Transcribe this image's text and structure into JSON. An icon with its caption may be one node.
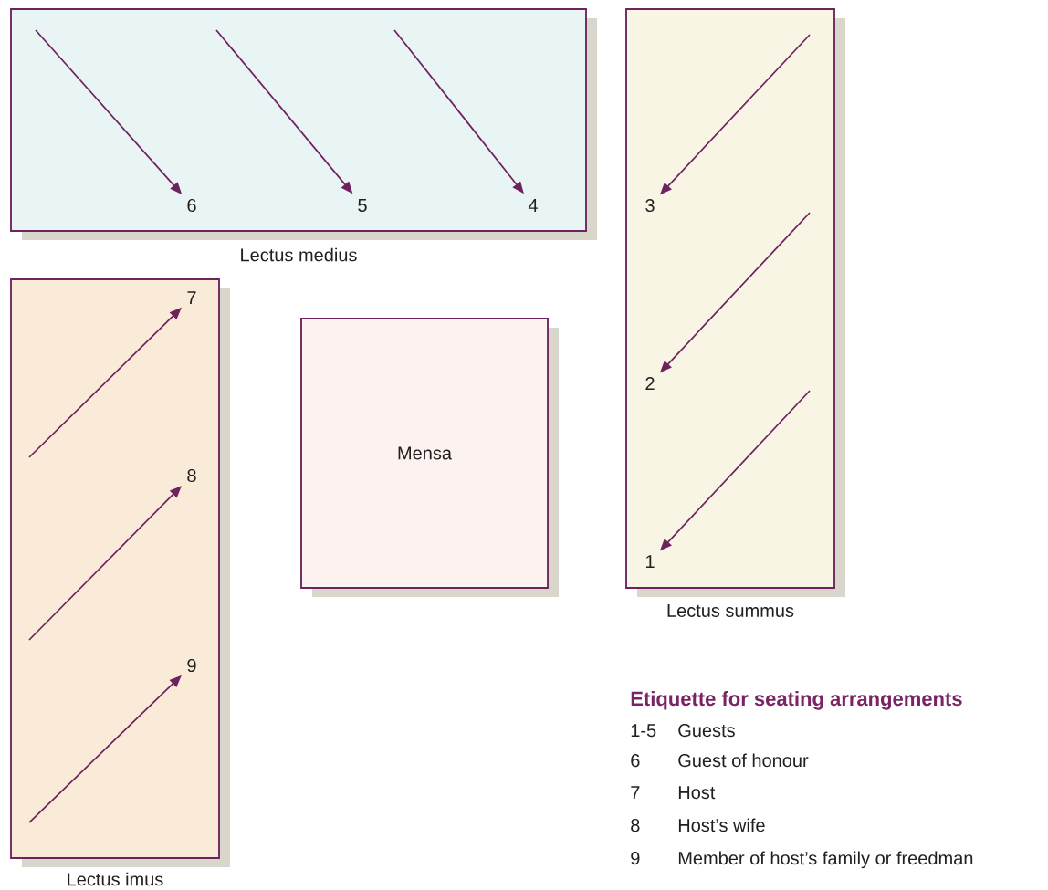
{
  "diagram": {
    "nodes": [
      {
        "text": [
          "Lectus medius"
        ]
      },
      {
        "text": [
          "6"
        ],
        "in": 0
      },
      {
        "text": [
          "5"
        ],
        "in": 0
      },
      {
        "text": [
          "4"
        ],
        "in": 0
      },
      {
        "text": [
          "Lectus summus"
        ]
      },
      {
        "text": [
          "3"
        ],
        "in": 4
      },
      {
        "text": [
          "2"
        ],
        "in": 4
      },
      {
        "text": [
          "1"
        ],
        "in": 4
      },
      {
        "text": [
          "Lectus imus"
        ]
      },
      {
        "text": [
          "7"
        ],
        "in": 8
      },
      {
        "text": [
          "8"
        ],
        "in": 8
      },
      {
        "text": [
          "9"
        ],
        "in": 8
      },
      {
        "text": [
          "Mensa"
        ]
      }
    ],
    "edges": [
      {
        "from": null,
        "to": 1,
        "arrow": "to"
      },
      {
        "from": null,
        "to": 2,
        "arrow": "to"
      },
      {
        "from": null,
        "to": 3,
        "arrow": "to"
      },
      {
        "from": null,
        "to": 5,
        "arrow": "to"
      },
      {
        "from": null,
        "to": 6,
        "arrow": "to"
      },
      {
        "from": null,
        "to": 7,
        "arrow": "to"
      },
      {
        "from": null,
        "to": 9,
        "arrow": "to"
      },
      {
        "from": null,
        "to": 10,
        "arrow": "to"
      },
      {
        "from": null,
        "to": 11,
        "arrow": "to"
      }
    ],
    "labels": [
      "Etiquette for seating arrangements",
      "1-5",
      "Guests",
      "6",
      "Guest of honour",
      "7",
      "Host",
      "8",
      "Host’s wife",
      "9",
      "Member of host’s family or freedman"
    ]
  }
}
